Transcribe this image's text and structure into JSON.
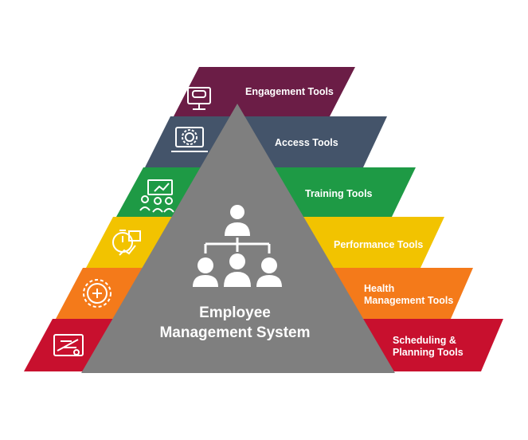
{
  "diagram": {
    "center": {
      "title_line1": "Employee",
      "title_line2": "Management System",
      "icon": "org-chart-icon",
      "color": "#7f7f7f"
    },
    "tiers": [
      {
        "label": "Engagement Tools",
        "icon": "monitor-chat-icon",
        "color": "#6b1d46"
      },
      {
        "label": "Access Tools",
        "icon": "laptop-gear-icon",
        "color": "#44546a"
      },
      {
        "label": "Training Tools",
        "icon": "presentation-board-icon",
        "color": "#1e9a45"
      },
      {
        "label": "Performance Tools",
        "icon": "stopwatch-chart-icon",
        "color": "#f2c300"
      },
      {
        "label_line1": "Health",
        "label_line2": "Management Tools",
        "icon": "gear-medical-cross-icon",
        "color": "#f47a1a"
      },
      {
        "label_line1": "Scheduling &",
        "label_line2": "Planning Tools",
        "icon": "blueprint-planning-icon",
        "color": "#c8102e"
      }
    ]
  }
}
